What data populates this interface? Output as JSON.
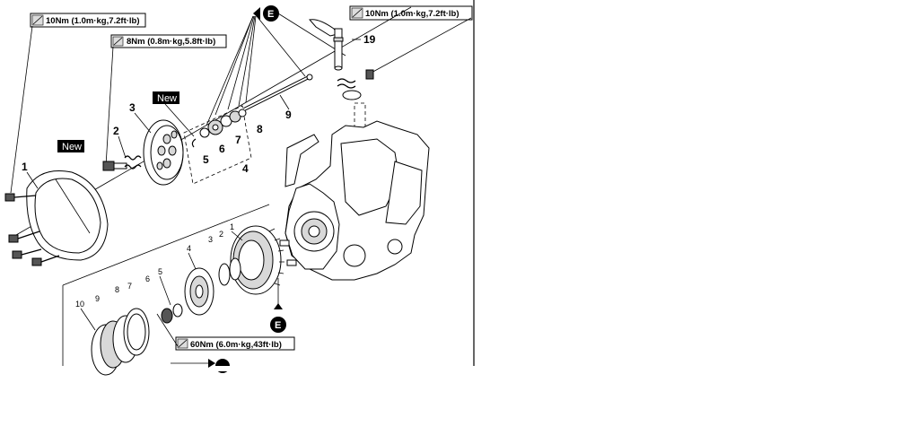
{
  "torque_labels": {
    "t1": "10Nm (1.0m·kg,7.2ft·lb)",
    "t2": "8Nm (0.8m·kg,5.8ft·lb)",
    "t3": "10Nm (1.0m·kg,7.2ft·lb)",
    "t4": "60Nm (6.0m·kg,43ft·lb)"
  },
  "new_badges": {
    "n1": "New",
    "n2": "New"
  },
  "oil_symbol": "E",
  "part_numbers": {
    "p1": "1",
    "p2": "2",
    "p3": "3",
    "p4": "4",
    "p5": "5",
    "p6": "6",
    "p7": "7",
    "p8": "8",
    "p9": "9",
    "p19": "19"
  },
  "clutch_numbers": {
    "c1": "1",
    "c2": "2",
    "c3": "3",
    "c4": "4",
    "c5": "5",
    "c6": "6",
    "c7": "7",
    "c8": "8",
    "c9": "9",
    "c10": "10"
  }
}
